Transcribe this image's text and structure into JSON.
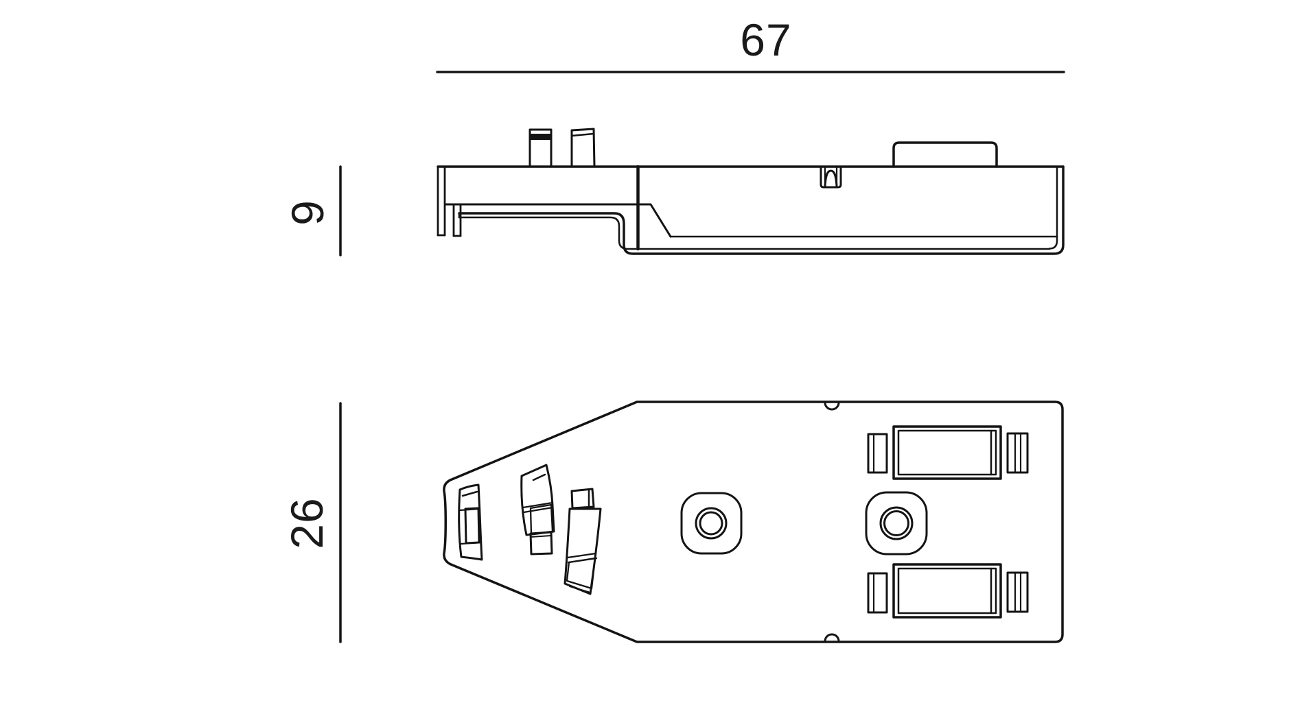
{
  "drawing": {
    "background": "#ffffff",
    "line_color": "#141414",
    "dimensions": {
      "width": {
        "value": "67",
        "orientation": "horizontal"
      },
      "height": {
        "value": "9",
        "orientation": "vertical"
      },
      "depth": {
        "value": "26",
        "orientation": "vertical"
      }
    }
  }
}
